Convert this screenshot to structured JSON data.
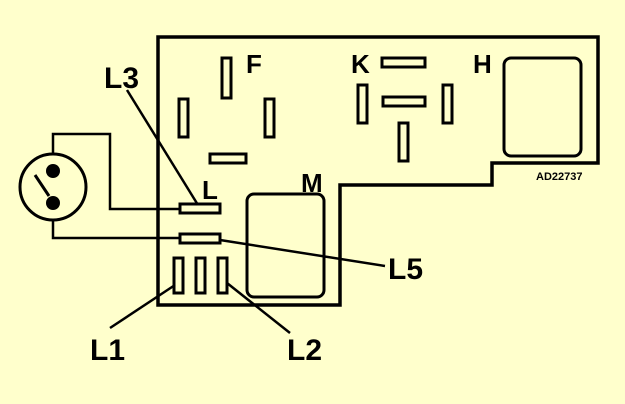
{
  "labels": {
    "l1": "L1",
    "l2": "L2",
    "l3": "L3",
    "l5": "L5",
    "l": "L",
    "f": "F",
    "k": "K",
    "h": "H",
    "m": "M"
  },
  "ref_code": "AD22737",
  "colors": {
    "background": "#ffffcc",
    "ink": "#000000"
  }
}
